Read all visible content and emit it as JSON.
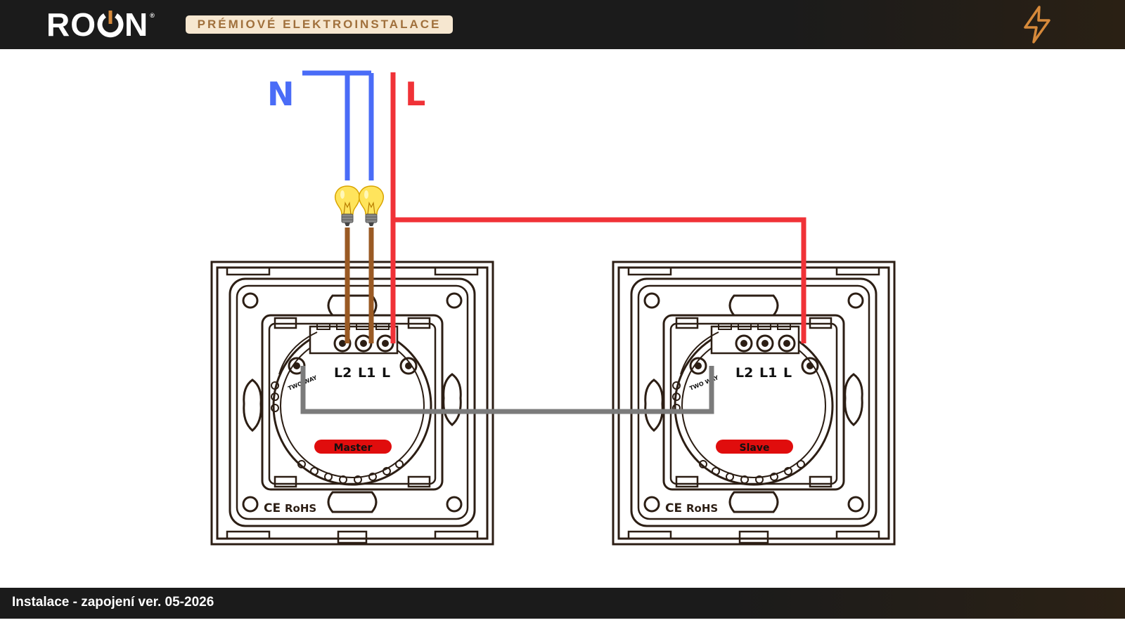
{
  "header": {
    "logo_text_left": "RO",
    "logo_text_right": "N",
    "logo_reg_mark": "®",
    "tagline": "PRÉMIOVÉ ELEKTROINSTALACE",
    "bolt_icon": "lightning-bolt-icon"
  },
  "colors": {
    "neutral": "#4a6cf7",
    "live": "#f03237",
    "load": "#9a5a24",
    "traveler": "#7b7b7b",
    "frame": "#2c1e14",
    "accent": "#d6893a"
  },
  "diagram": {
    "wire_n_label": "N",
    "wire_l_label": "L",
    "bulb_icons": [
      "light-bulb-icon",
      "light-bulb-icon"
    ],
    "switches": [
      {
        "label": "Master",
        "terminals": [
          "L2",
          "L1",
          "L"
        ],
        "two_way_label": "TWO WAY",
        "ce_mark": "CE",
        "rohs": "RoHS"
      },
      {
        "label": "Slave",
        "terminals": [
          "L2",
          "L1",
          "L"
        ],
        "two_way_label": "TWO WAY",
        "ce_mark": "CE",
        "rohs": "RoHS"
      }
    ]
  },
  "footer": {
    "text": "Instalace - zapojení ver. 05-2026"
  }
}
